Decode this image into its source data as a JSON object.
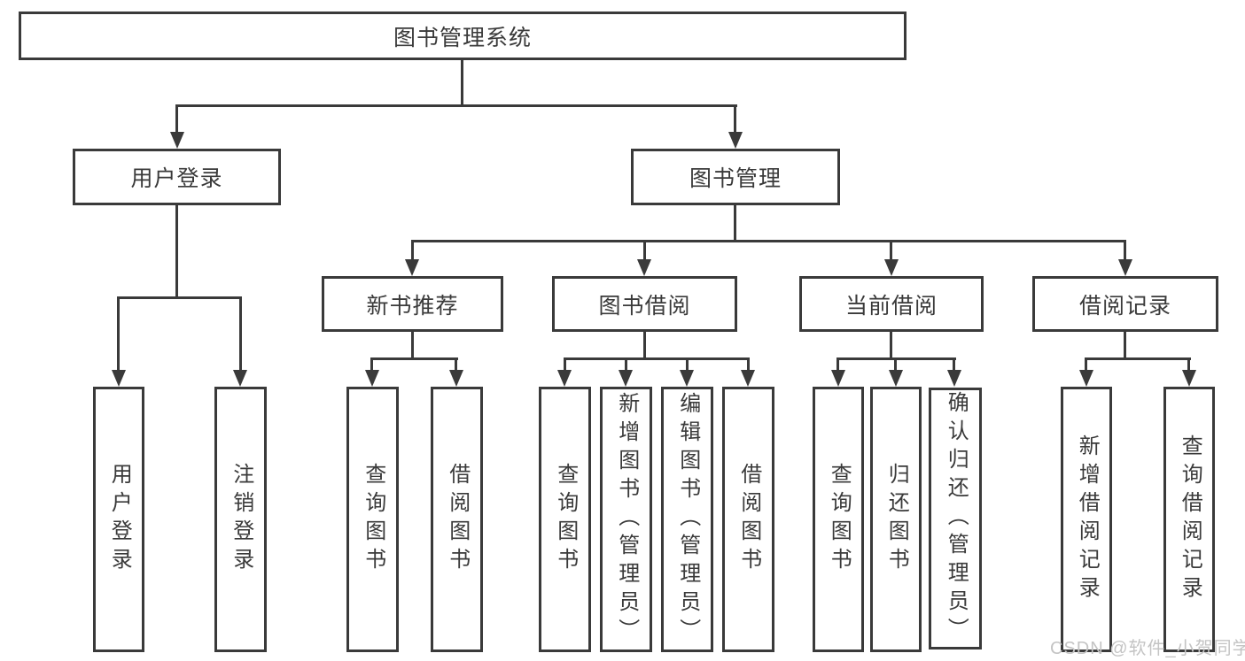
{
  "tree": {
    "label": "图书管理系统",
    "children": [
      {
        "label": "用户登录",
        "children": [
          {
            "label": "用户登录"
          },
          {
            "label": "注销登录"
          }
        ]
      },
      {
        "label": "图书管理",
        "children": [
          {
            "label": "新书推荐",
            "children": [
              {
                "label": "查询图书"
              },
              {
                "label": "借阅图书"
              }
            ]
          },
          {
            "label": "图书借阅",
            "children": [
              {
                "label": "查询图书"
              },
              {
                "label": "新增图书（管理员）"
              },
              {
                "label": "编辑图书（管理员）"
              },
              {
                "label": "借阅图书"
              }
            ]
          },
          {
            "label": "当前借阅",
            "children": [
              {
                "label": "查询图书"
              },
              {
                "label": "归还图书"
              },
              {
                "label": "确认归还（管理员）"
              }
            ]
          },
          {
            "label": "借阅记录",
            "children": [
              {
                "label": "新增借阅记录"
              },
              {
                "label": "查询借阅记录"
              }
            ]
          }
        ]
      }
    ]
  },
  "watermark": {
    "text": "CSDN @软件_小贺同学"
  },
  "colors": {
    "line": "#3a3a3a",
    "text": "#3a3a3a",
    "watermark": "#c4c4c4",
    "background": "#ffffff"
  }
}
